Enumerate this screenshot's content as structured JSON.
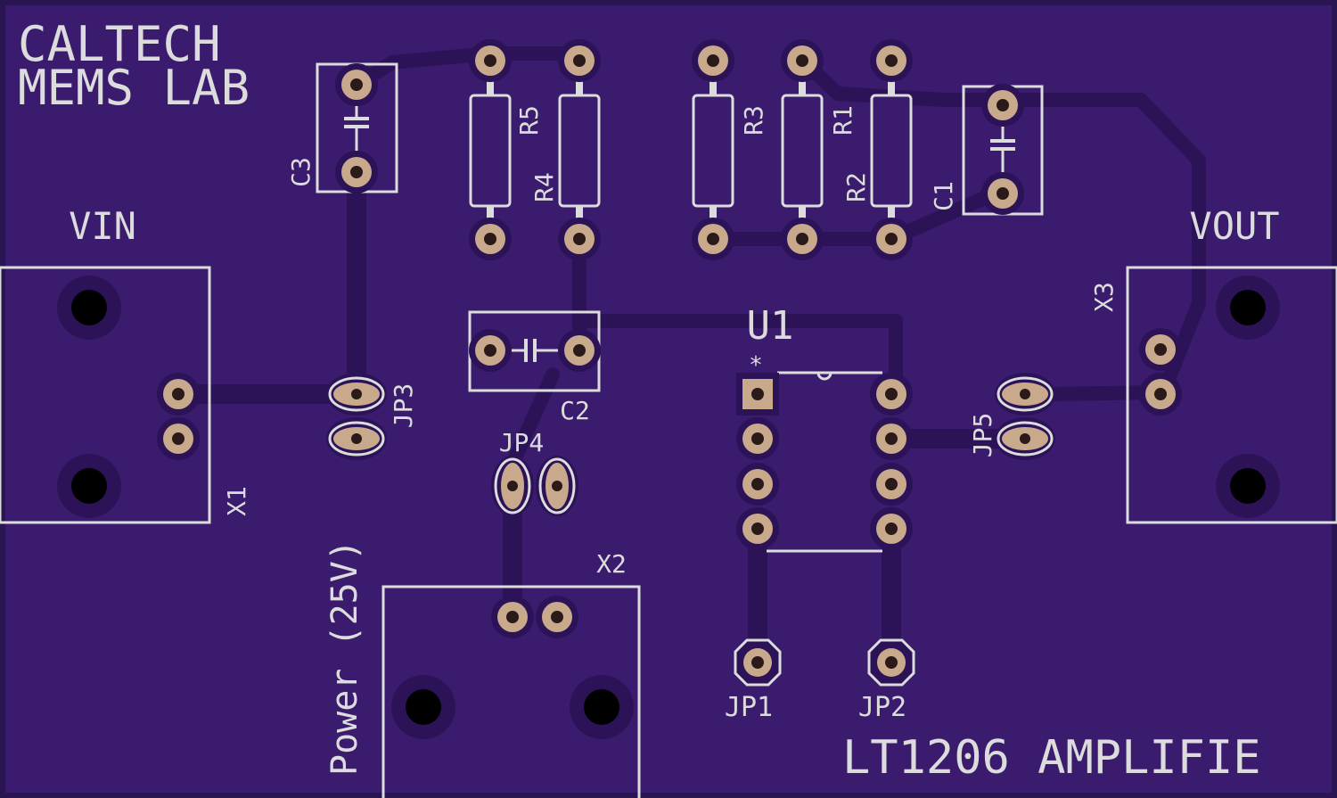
{
  "board": {
    "title_line1": "CALTECH",
    "title_line2": "MEMS LAB",
    "footer_label": "LT1206 AMPLIFIE",
    "colors": {
      "board": "#3a1b6e",
      "edge": "#2a1553",
      "trace": "#2c1358",
      "silk": "#dcdcdc",
      "pad": "#c9a98c",
      "hole": "#000000"
    }
  },
  "connectors": {
    "x1": {
      "ref": "X1",
      "label": "VIN"
    },
    "x2": {
      "ref": "X2",
      "label": "Power (25V)"
    },
    "x3": {
      "ref": "X3",
      "label": "VOUT"
    }
  },
  "components": {
    "u1": {
      "ref": "U1",
      "pin1_marker": "*"
    },
    "c1": {
      "ref": "C1"
    },
    "c2": {
      "ref": "C2"
    },
    "c3": {
      "ref": "C3"
    },
    "r1": {
      "ref": "R1"
    },
    "r2": {
      "ref": "R2"
    },
    "r3": {
      "ref": "R3"
    },
    "r4": {
      "ref": "R4"
    },
    "r5": {
      "ref": "R5"
    }
  },
  "jumpers": {
    "jp1": {
      "ref": "JP1"
    },
    "jp2": {
      "ref": "JP2"
    },
    "jp3": {
      "ref": "JP3"
    },
    "jp4": {
      "ref": "JP4"
    },
    "jp5": {
      "ref": "JP5"
    }
  }
}
